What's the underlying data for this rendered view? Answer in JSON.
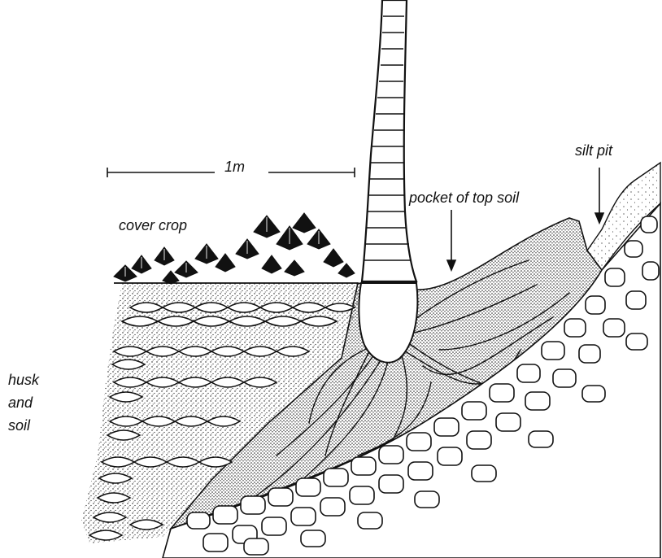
{
  "labels": {
    "scale": "1m",
    "cover_crop": "cover crop",
    "pocket": "pocket of top soil",
    "silt_pit": "silt pit",
    "husk_lines": [
      "husk",
      "and",
      "soil"
    ]
  },
  "colors": {
    "ink": "#111111",
    "paper": "#ffffff"
  }
}
